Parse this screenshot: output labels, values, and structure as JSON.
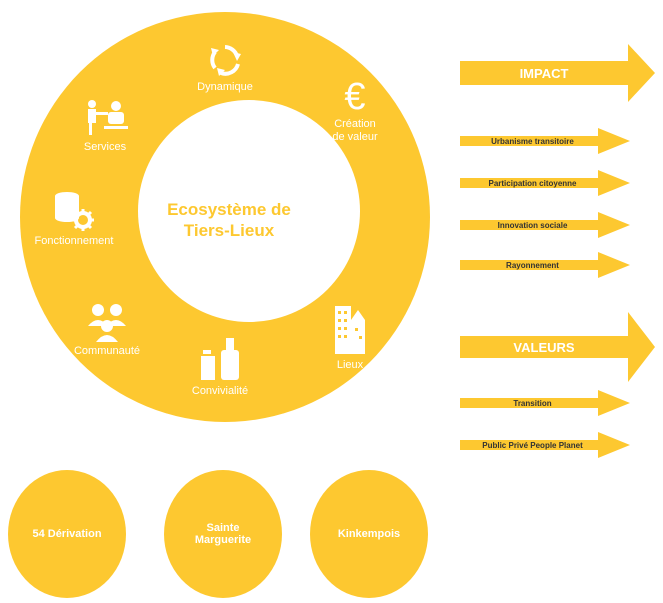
{
  "colors": {
    "accent": "#fdc830",
    "text_on_accent": "#ffffff",
    "arrow_text": "#333333"
  },
  "center": {
    "line1": "Ecosystème de",
    "line2": "Tiers-Lieux"
  },
  "segments": {
    "dynamique": {
      "label": "Dynamique",
      "icon": "refresh-cycle-icon"
    },
    "creation": {
      "line1": "Création",
      "line2": "de valeur",
      "icon": "euro-icon"
    },
    "services": {
      "label": "Services",
      "icon": "people-service-icon"
    },
    "fonctionnement": {
      "label": "Fonctionnement",
      "icon": "database-gear-icon"
    },
    "communaute": {
      "label": "Communauté",
      "icon": "group-icon"
    },
    "convivialite": {
      "label": "Convivialité",
      "icon": "bottles-icon"
    },
    "lieux": {
      "label": "Lieux",
      "icon": "buildings-icon"
    }
  },
  "impact": {
    "title": "IMPACT",
    "items": [
      "Urbanisme transitoire",
      "Participation citoyenne",
      "Innovation sociale",
      "Rayonnement"
    ]
  },
  "valeurs": {
    "title": "VALEURS",
    "items": [
      "Transition",
      "Public Privé People Planet"
    ]
  },
  "places": [
    "54 Dérivation",
    "Sainte Marguerite",
    "Kinkempois"
  ]
}
